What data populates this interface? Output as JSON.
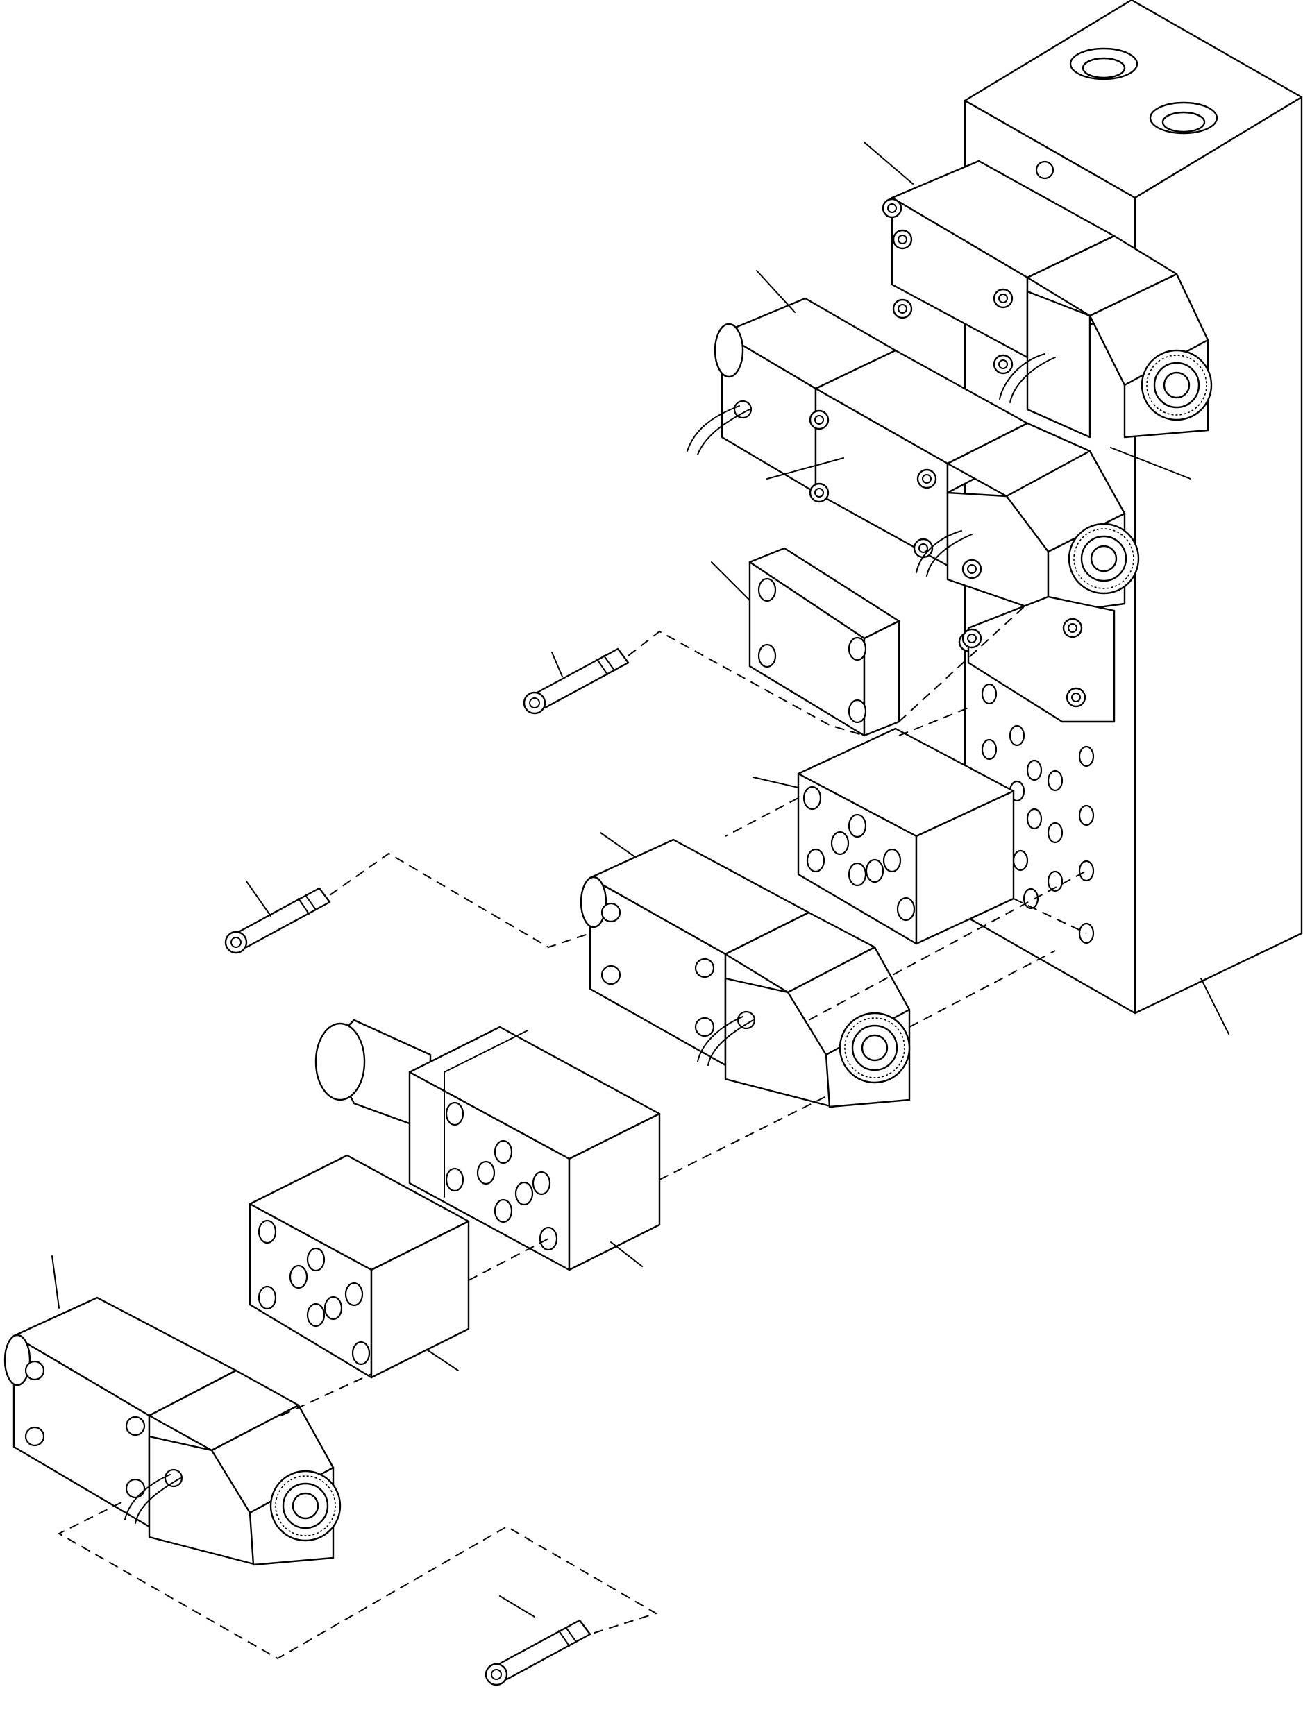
{
  "diagram": {
    "description_visible_text": [],
    "colors": {
      "ink": "#000000",
      "paper": "#ffffff"
    },
    "parts": [
      {
        "name": "manifold-block"
      },
      {
        "name": "solenoid-valve-top"
      },
      {
        "name": "solenoid-valve-middle"
      },
      {
        "name": "solenoid-valve-lower"
      },
      {
        "name": "solenoid-valve-bottom"
      },
      {
        "name": "cover-plate"
      },
      {
        "name": "sandwich-block-upper"
      },
      {
        "name": "pressure-reducing-valve"
      },
      {
        "name": "sandwich-block-lower"
      },
      {
        "name": "mounting-bolt"
      }
    ]
  }
}
